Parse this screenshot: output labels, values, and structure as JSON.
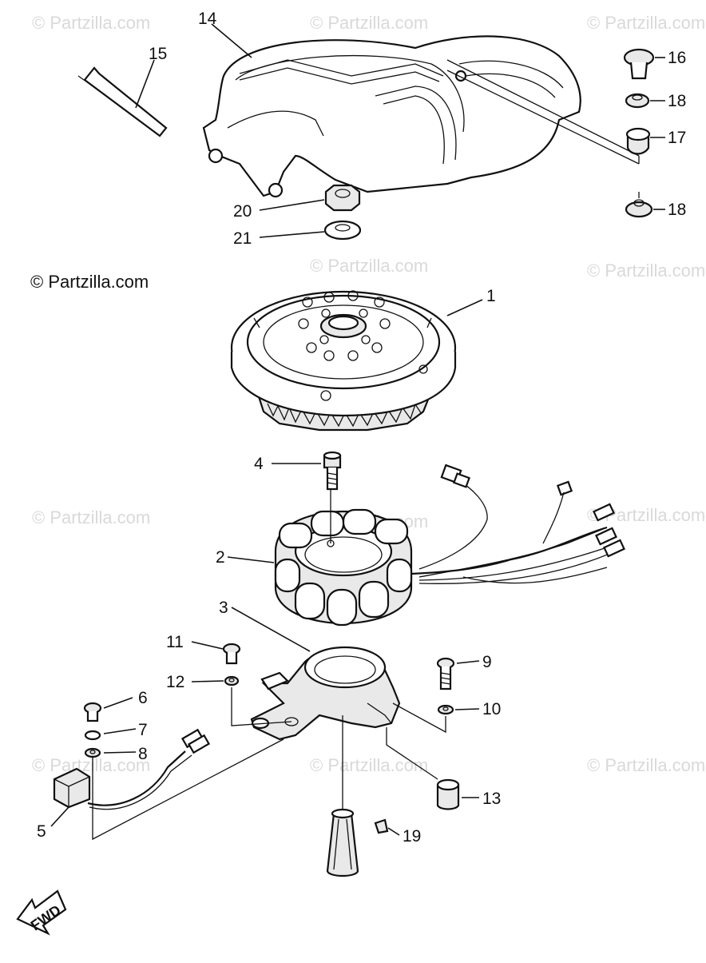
{
  "watermark": "© Partzilla.com",
  "copyright": "© Partzilla.com",
  "fwd_label": "FWD",
  "callouts": {
    "c1": "1",
    "c2": "2",
    "c3": "3",
    "c4": "4",
    "c5": "5",
    "c6": "6",
    "c7": "7",
    "c8": "8",
    "c9": "9",
    "c10": "10",
    "c11": "11",
    "c12": "12",
    "c13": "13",
    "c14": "14",
    "c15": "15",
    "c16": "16",
    "c17": "17",
    "c18a": "18",
    "c18b": "18",
    "c19": "19",
    "c20": "20",
    "c21": "21"
  },
  "parts": [
    "flywheel",
    "stator",
    "stator-base",
    "stator-bolt",
    "pulser-coil",
    "screw",
    "lock-washer",
    "washer",
    "bolt",
    "washer",
    "screw",
    "washer",
    "collar",
    "flywheel-cover",
    "hose",
    "plug",
    "grommet",
    "grommet",
    "woodruff-key",
    "nut",
    "washer"
  ]
}
